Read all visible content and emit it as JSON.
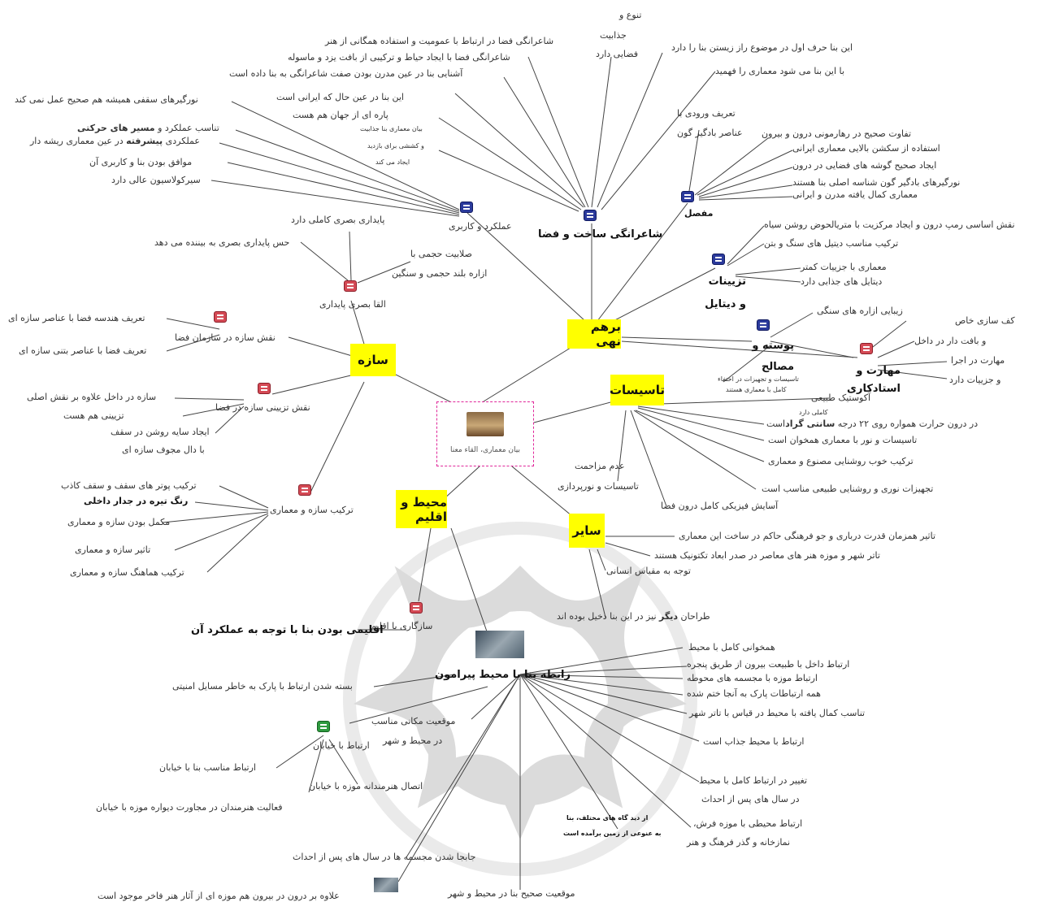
{
  "central": {
    "caption": "بیان معماری، القاء معنا"
  },
  "hubs": {
    "structure": "سازه",
    "emphasis": "برهم نهی",
    "installations": "تاسیسات",
    "environment": "محیط و اقلیم",
    "other": "سایر"
  },
  "nodes": {
    "poetic": "شاعرانگی ساخت و فضا",
    "function": "عملکرد و کاربری",
    "joint": "مفصل",
    "details": "تزیینات و دیتایل",
    "skin": "پوسته و مصالح",
    "skill": "مهارت و استادکاری",
    "visual": "القا بصری پایداری",
    "space_org": "نقش سازه در سازمان فضا",
    "decor_role": "نقش تزیینی سازه در فضا",
    "combo": "ترکیب سازه و معماری",
    "climate": "سازگاری با اقلیم",
    "surround": "رابطه بنا با محیط پیرامون",
    "street": "ارتباط با خیابان"
  },
  "leaves": {
    "p1": "تنوع و",
    "p2": "جذابیت",
    "p3": "فضایی دارد",
    "p4": "شاعرانگی فضا در ارتباط با عمومیت و استفاده همگانی از هنر",
    "p5": "شاعرانگی فضا با ایجاد حیاط و ترکیبی از بافت یزد و ماسوله",
    "p6": "آشنایی بنا در عین مدرن بودن صفت شاعرانگی به بنا داده است",
    "p7": "این بنا در عین حال که ایرانی است",
    "p8": "پاره ای از جهان هم هست",
    "p9": "بیان معماری بنا جذابیت",
    "p10": "و کششی برای بازدید",
    "p11": "ایجاد می کند",
    "p12": "این بنا حرف اول در موضوع راز زیستن بنا را دارد",
    "p13": "با این بنا می شود معماری را فهمید",
    "j1": "تعریف ورودی با",
    "j2": "عناصر بادگیر گون",
    "j3": "تفاوت صحیح در رهارمونی درون و بیرون",
    "j4": "استفاده از سکشن بالایی معماری ایرانی",
    "j5": "ایجاد صحیح گوشه های فضایی در درون",
    "j6": "نورگیرهای بادگیر گون شناسه اصلی بنا هستند",
    "j7": "معماری کمال یافته مدرن و ایرانی",
    "f1": "نورگیرهای سقفی همیشه هم صحیح عمل نمی کند",
    "f2a": "تناسب عملکرد و ",
    "f2b": "مسیر های حرکتی",
    "f3a": "عملکردی ",
    "f3b": "پیشرفته",
    "f3c": " در عین معماری ریشه دار",
    "f4": "موافق بودن بنا و کاربری آن",
    "f5": "سیرکولاسیون عالی دارد",
    "d1": "نقش اساسی رمپ درون و ایجاد مرکزیت با متریالحوض روشن سیاه",
    "d2": "ترکیب مناسب دیتیل های سنگ و بتن",
    "d3": "معماری با جزییات کمتر",
    "d4": "دیتایل های جذابی دارد",
    "s1": "زیبایی ازاره های سنگی",
    "s2": "تاسیسات و تجهیزات در اختفاء",
    "s3": "کامل با معماری هستند",
    "k1": "کف سازی خاص",
    "k2": "و بافت دار در داخل",
    "k3": "مهارت در اجرا",
    "k4": "و جزییات دارد",
    "v1": "پایداری بصری کاملی دارد",
    "v2": "حس پایداری بصری به بیننده می دهد",
    "v3": "صلابیت حجمی با",
    "v4": "ازاره بلند حجمی و سنگین",
    "o1": "تعریف هندسه فضا با عناصر سازه ای",
    "o2": "تعریف فضا با عناصر بتنی سازه ای",
    "r1": "سازه در داخل علاوه بر نقش اصلی",
    "r2": "تزیینی هم هست",
    "r3": "ایجاد سایه روشن در سقف",
    "r4": "با دال مجوف سازه ای",
    "c1": "ترکیب پوتر های سقف و سقف کاذب",
    "c2": "رنگ تیره در جدار داخلی",
    "c3": "مکمل بودن سازه و معماری",
    "c4": "تاثیر سازه و معماری",
    "c5": "ترکیب هماهنگ سازه و معماری",
    "i1": "آکوستیک طبیعی",
    "i2": "کاملی دارد",
    "i3a": "در درون حرارت همواره روی ۲۲ درجه ",
    "i3b": "سانتی گراد",
    "i3c": "است",
    "i4": "تاسیسات و نور با معماری همخوان است",
    "i5": "ترکیب خوب روشنایی مصنوع و معماری",
    "i6": "تجهیزات نوری و روشنایی طبیعی مناسب است",
    "i7": "آسایش فیزیکی کامل درون فضا",
    "i8": "عدم مزاحمت",
    "i9": "تاسیسات و نورپردازی",
    "x1": "تاثیر همزمان قدرت درباری و جو فرهنگی حاکم در ساخت این معماری",
    "x2": "تاتر شهر و موزه هنر های معاصر در صدر ابعاد تکتونیک هستند",
    "x3": "توجه به مقیاس انسانی",
    "x4a": "طراحان ",
    "x4b": "دیگر",
    "x4c": " نیز در این بنا دخیل بوده اند",
    "cl1": "اقلیمی بودن بنا با توجه به عملکرد آن",
    "e1": "همخوانی کامل با محیط",
    "e2": "ارتباط داخل با طبیعت بیرون از طریق پنجره",
    "e3": "ارتباط موزه با مجسمه های محوطه",
    "e4": "همه ارتباطات پارک به آنجا ختم شده",
    "e5": "تناسب کمال یافته با محیط در قیاس با تاتر شهر",
    "e6": "ارتباط با محیط جذاب است",
    "e7": "تغییر در ارتباط کامل با محیط",
    "e8": "در سال های پس از احداث",
    "e9": "ارتباط محیطی با موزه فرش،",
    "e10": "نمازخانه و گذر فرهنگ و هنر",
    "e11": "از دید گاه های مختلف، بنا",
    "e12": "به عنوعی از زمین برآمده است",
    "e13": "موقعیت صحیح بنا در محیط و شهر",
    "e14": "جابجا شدن مجسمه ها در سال های پس از احداث",
    "e15": "علاوه بر درون در بیرون هم موزه ای از آثار هنر فاخر موجود است",
    "e16": "بسته شدن ارتباط با پارک به خاطر مسایل امنیتی",
    "e17": "موقعیت مکانی مناسب",
    "e18": "در محیط و شهر",
    "t1": "ارتباط مناسب بنا با خیابان",
    "t2": "اتصال هنرمندانه موزه با خیابان",
    "t3": "فعالیت هنرمندان در مجاورت دیواره موزه با خیابان"
  },
  "colors": {
    "hub": "#ffff00",
    "blue_icon": "#2b3a9c",
    "red_icon": "#d44a55",
    "green_icon": "#2f9a3f",
    "line": "#444444",
    "watermark": "#c8c8c8",
    "center_border": "#e0279a"
  }
}
